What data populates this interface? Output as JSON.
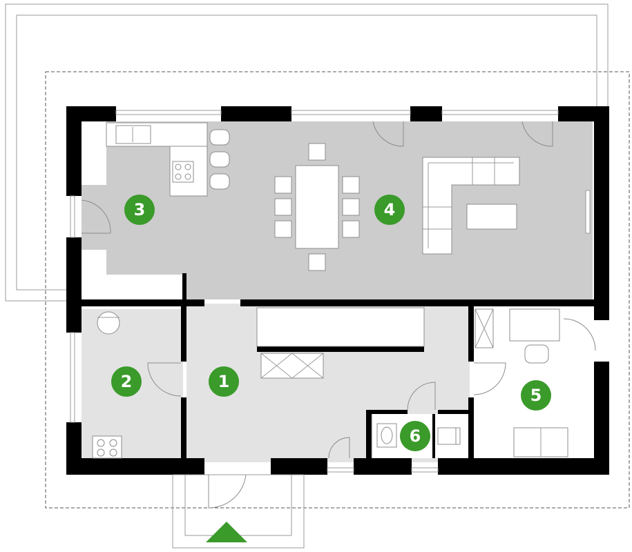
{
  "rooms": [
    {
      "id": "room-1",
      "number": "1"
    },
    {
      "id": "room-2",
      "number": "2"
    },
    {
      "id": "room-3",
      "number": "3"
    },
    {
      "id": "room-4",
      "number": "4"
    },
    {
      "id": "room-5",
      "number": "5"
    },
    {
      "id": "room-6",
      "number": "6"
    }
  ],
  "colors": {
    "badge": "#3a9a2a",
    "wall": "#000000",
    "floor_main": "#cccccc",
    "floor_light": "#e3e3e3",
    "entrance_arrow": "#3a9a2a"
  },
  "icons": {
    "entrance": "triangle-up-icon"
  }
}
